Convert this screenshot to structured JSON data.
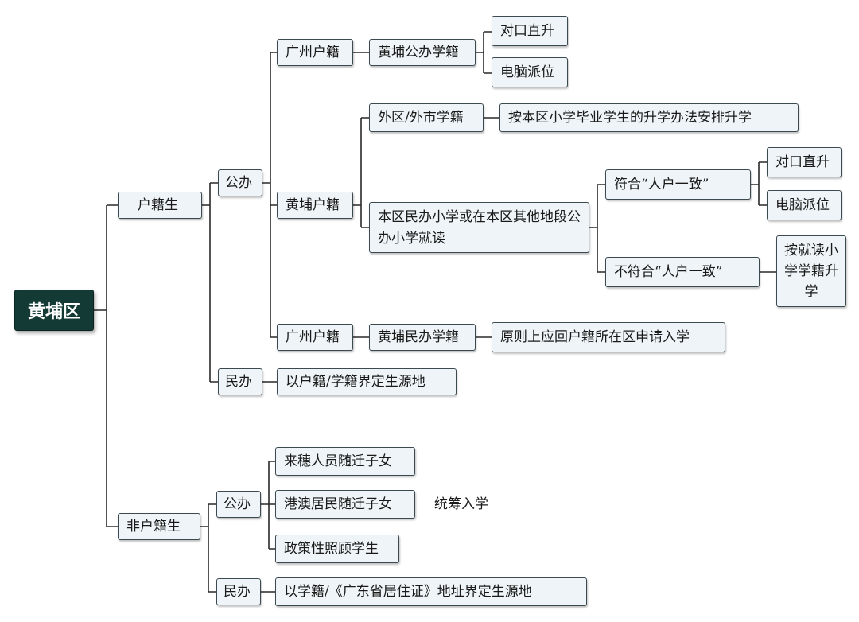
{
  "root": "黄埔区",
  "huji": {
    "label": "户籍生",
    "gongban": {
      "label": "公办",
      "guangzhou_huji_1": {
        "label": "广州户籍",
        "child": "黄埔公办学籍",
        "options": [
          "对口直升",
          "电脑派位"
        ]
      },
      "huangpu_huji": {
        "label": "黄埔户籍",
        "outer": {
          "label": "外区/外市学籍",
          "result": "按本区小学毕业学生的升学办法安排升学"
        },
        "local": {
          "label": "本区民办小学或在本区其他地段公办小学就读",
          "match": {
            "label": "符合“人户一致”",
            "options": [
              "对口直升",
              "电脑派位"
            ]
          },
          "nomatch": {
            "label": "不符合“人户一致”",
            "result": "按就读小学学籍升学"
          }
        }
      },
      "guangzhou_huji_2": {
        "label": "广州户籍",
        "child": "黄埔民办学籍",
        "result": "原则上应回户籍所在区申请入学"
      }
    },
    "minban": {
      "label": "民办",
      "result": "以户籍/学籍界定生源地"
    }
  },
  "feihuji": {
    "label": "非户籍生",
    "gongban": {
      "label": "公办",
      "items": [
        "来穗人员随迁子女",
        "港澳居民随迁子女",
        "政策性照顾学生"
      ],
      "note": "统筹入学"
    },
    "minban": {
      "label": "民办",
      "result": "以学籍/《广东省居住证》地址界定生源地"
    }
  }
}
